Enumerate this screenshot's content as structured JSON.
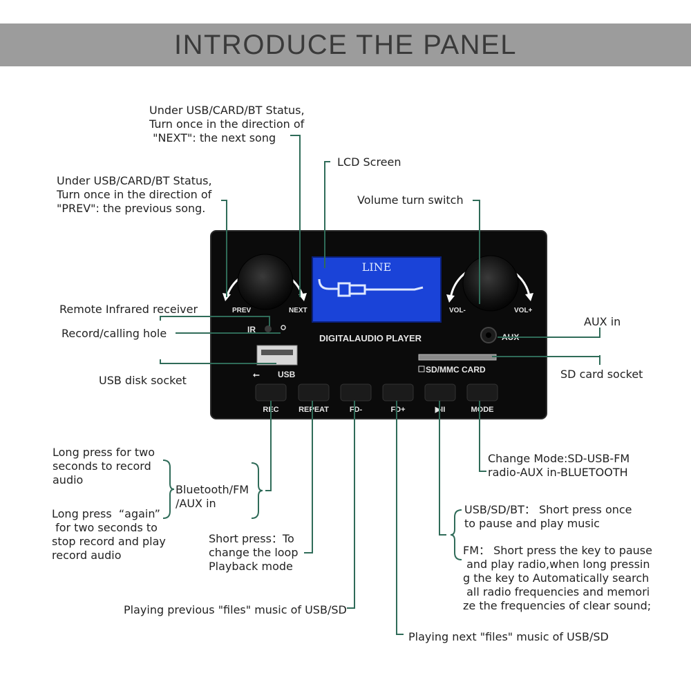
{
  "header": {
    "title": "INTRODUCE THE PANEL"
  },
  "device": {
    "knob_left_labels": {
      "prev": "PREV",
      "next": "NEXT"
    },
    "knob_right_labels": {
      "vol_minus": "VOL-",
      "vol_plus": "VOL+"
    },
    "lcd_text": "LINE",
    "brand_text": "DIGITALAUDIO PLAYER",
    "ir_label": "IR",
    "aux_label": "AUX",
    "usb_label": "USB",
    "sd_label": "SD/MMC CARD",
    "buttons": [
      "REC",
      "REPEAT",
      "FD-",
      "FD+",
      "▶II",
      "MODE"
    ]
  },
  "annotations": {
    "next_desc": "Under USB/CARD/BT Status,\nTurn once in the direction of\n \"NEXT\": the next song",
    "prev_desc": "Under USB/CARD/BT Status,\nTurn once in the direction of\n\"PREV\": the previous song.",
    "lcd": "LCD Screen",
    "volume": "Volume turn switch",
    "ir": "Remote Infrared receiver",
    "record_hole": "Record/calling hole",
    "aux_in": "AUX in",
    "usb_socket": "USB disk socket",
    "sd_socket": "SD card socket",
    "rec_long1": "Long press for two\nseconds to record\naudio",
    "rec_long2": "Long press  “again”\n for two seconds to\nstop record and play\nrecord audio",
    "rec_mode": "Bluetooth/FM\n/AUX in",
    "repeat": "Short press：To\nchange the loop\nPlayback mode",
    "fd_minus": "Playing previous \"files\" music of USB/SD",
    "fd_plus": "Playing next \"files\" music of USB/SD",
    "mode": "Change Mode:SD-USB-FM\nradio-AUX in-BLUETOOTH",
    "play_bt": "USB/SD/BT： Short press once\nto pause and play music",
    "play_fm": "FM： Short press the key to pause\n and play radio,when long pressin\ng the key to Automatically search\n all radio frequencies and memori\nze the frequencies of clear sound;"
  },
  "colors": {
    "leader": "#2f6b58",
    "banner": "#9c9c9c",
    "panel": "#0b0b0b",
    "lcd": "#1a43d8"
  }
}
